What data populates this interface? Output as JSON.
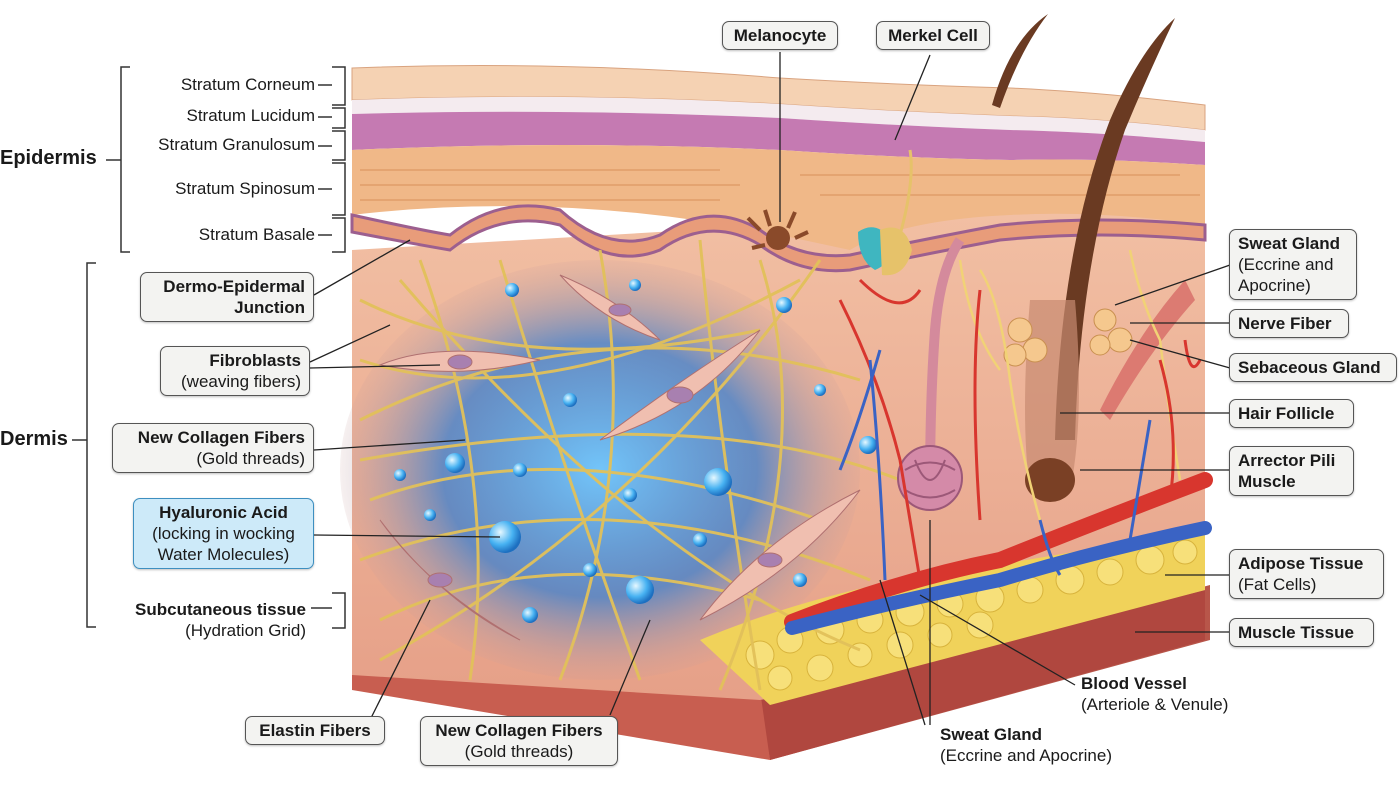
{
  "groups": {
    "epidermis": "Epidermis",
    "dermis": "Dermis"
  },
  "layers": {
    "corneum": "Stratum Corneum",
    "lucidum": "Stratum Lucidum",
    "granulosum": "Stratum Granulosum",
    "spinosum": "Stratum Spinosum",
    "basale": "Stratum Basale"
  },
  "left_labels": {
    "dej_title": "Dermo-Epidermal",
    "dej_sub": "Junction",
    "fibro_title": "Fibroblasts",
    "fibro_sub": "(weaving fibers)",
    "collagen_title": "New Collagen Fibers",
    "collagen_sub": "(Gold threads)",
    "ha_title": "Hyaluronic Acid",
    "ha_sub1": "(locking in wocking",
    "ha_sub2": "Water Molecules)",
    "subq_title": "Subcutaneous tissue",
    "subq_sub": "(Hydration Grid)"
  },
  "top_labels": {
    "melanocyte": "Melanocyte",
    "merkel": "Merkel Cell"
  },
  "bottom_labels": {
    "elastin": "Elastin Fibers",
    "collagen2_title": "New Collagen Fibers",
    "collagen2_sub": "(Gold threads)",
    "blood_title": "Blood Vessel",
    "blood_sub": "(Arteriole & Venule)",
    "sweat_title": "Sweat Gland",
    "sweat_sub": "(Eccrine and Apocrine)"
  },
  "right_labels": {
    "sweat_title": "Sweat Gland",
    "sweat_sub1": "(Eccrine and",
    "sweat_sub2": "Apocrine)",
    "nerve": "Nerve Fiber",
    "sebaceous": "Sebaceous Gland",
    "hair": "Hair Follicle",
    "arrector1": "Arrector Pili",
    "arrector2": "Muscle",
    "adipose_title": "Adipose Tissue",
    "adipose_sub": "(Fat Cells)",
    "muscle": "Muscle Tissue"
  },
  "colors": {
    "hydration_glow": "#5fb8f0",
    "collagen": "#e2c15a",
    "artery": "#d8362e",
    "vein": "#3a63c4",
    "fat": "#f0d25a"
  }
}
